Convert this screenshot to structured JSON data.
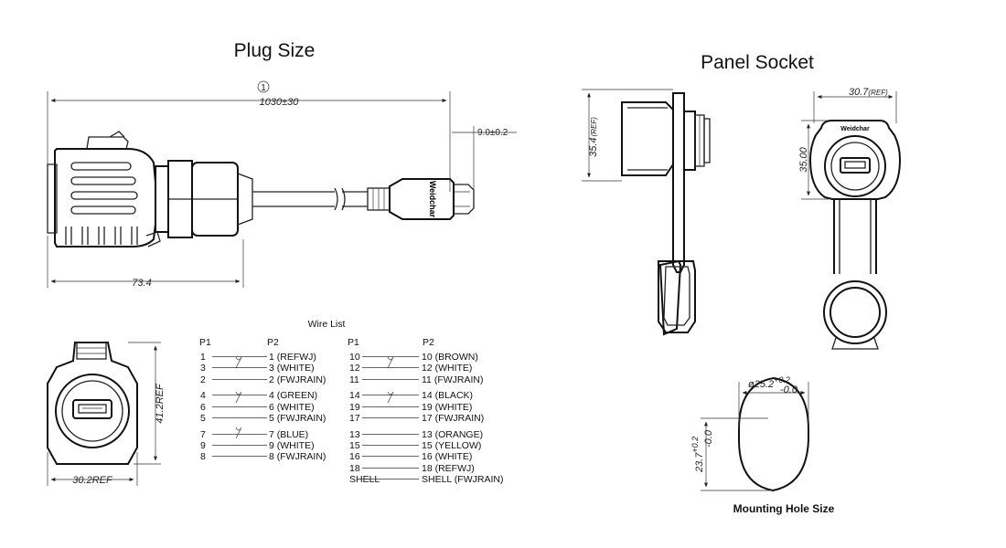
{
  "plug": {
    "title": "Plug Size",
    "circle_mark": "1",
    "dim_length": "1030±30",
    "dim_tip": "9.0±0.2",
    "dim_body": "73.4",
    "brand": "Weidchar"
  },
  "plug_front": {
    "dim_height": "41.2REF",
    "dim_width": "30.2REF"
  },
  "wire_list": {
    "title": "Wire List",
    "col_p1": "P1",
    "col_p2": "P2",
    "left": [
      {
        "p1": "1",
        "p2": "1 (REFWJ)"
      },
      {
        "p1": "3",
        "p2": "3 (WHITE)"
      },
      {
        "p1": "2",
        "p2": "2 (FWJRAIN)"
      },
      {
        "p1": "4",
        "p2": "4 (GREEN)"
      },
      {
        "p1": "6",
        "p2": "6 (WHITE)"
      },
      {
        "p1": "5",
        "p2": "5 (FWJRAIN)"
      },
      {
        "p1": "7",
        "p2": "7 (BLUE)"
      },
      {
        "p1": "9",
        "p2": "9 (WHITE)"
      },
      {
        "p1": "8",
        "p2": "8 (FWJRAIN)"
      }
    ],
    "right": [
      {
        "p1": "10",
        "p2": "10 (BROWN)"
      },
      {
        "p1": "12",
        "p2": "12 (WHITE)"
      },
      {
        "p1": "11",
        "p2": "11 (FWJRAIN)"
      },
      {
        "p1": "14",
        "p2": "14 (BLACK)"
      },
      {
        "p1": "19",
        "p2": "19 (WHITE)"
      },
      {
        "p1": "17",
        "p2": "17 (FWJRAIN)"
      },
      {
        "p1": "13",
        "p2": "13 (ORANGE)"
      },
      {
        "p1": "15",
        "p2": "15 (YELLOW)"
      },
      {
        "p1": "16",
        "p2": "16 (WHITE)"
      },
      {
        "p1": "18",
        "p2": "18 (REFWJ)"
      },
      {
        "p1": "SHELL",
        "p2": "SHELL (FWJRAIN)"
      }
    ]
  },
  "socket": {
    "title": "Panel Socket",
    "dim_side": "35.4",
    "dim_side_ref": "(REF)",
    "dim_top": "30.7",
    "dim_top_ref": "(REF)",
    "dim_front": "35.00",
    "brand": "Weidchar"
  },
  "mounting": {
    "title": "Mounting Hole Size",
    "dia_base": "ø25.2",
    "dia_plus": "+0.2",
    "dia_minus": "-0.0",
    "h_base": "23.7",
    "h_plus": "+0.2",
    "h_minus": "-0.0"
  }
}
